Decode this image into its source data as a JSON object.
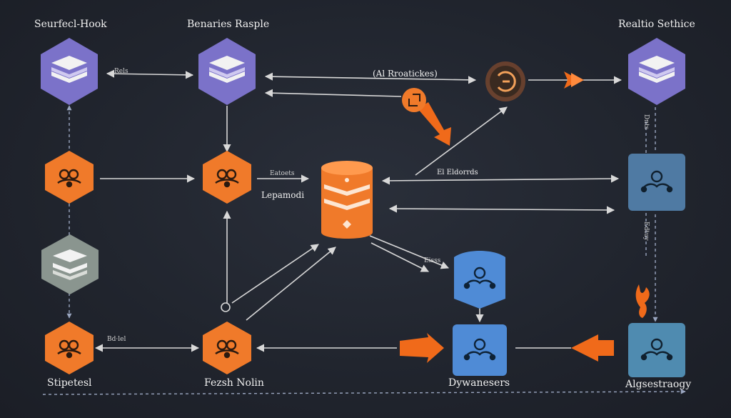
{
  "labels": {
    "top_left": "Seurfecl-Hook",
    "top_center": "Benaries Rasple",
    "top_right": "Realtio Sethice",
    "bottom_left": "Stipetesl",
    "bottom_center": "Fezsh Nolin",
    "bottom_right_center": "Dywanesers",
    "bottom_right": "Algsestraogy",
    "center_mid": "Lepamodi",
    "arrow_top": "(Al Rroatickes)",
    "arrow_middle": "El Eldorrds"
  },
  "small_labels": {
    "a": "Eatoets",
    "b": "Rels",
    "c": "Bd·lel",
    "d": "Eisss",
    "e": "Dnts",
    "f": "Edtuy"
  },
  "colors": {
    "background": "#20242d",
    "purple_node": "#7b72c9",
    "orange_node": "#f07a2a",
    "blue_node": "#4f8bd6",
    "steel_node": "#4f7aa3",
    "gray_node": "#8a958f",
    "arrow": "#d8d8d8",
    "accent_arrow": "#f06a1a"
  },
  "nodes": [
    {
      "id": "n1",
      "shape": "hex",
      "color": "purple_node",
      "icon": "layers-icon"
    },
    {
      "id": "n2",
      "shape": "hex",
      "color": "purple_node",
      "icon": "layers-icon"
    },
    {
      "id": "n3",
      "shape": "hex",
      "color": "purple_node",
      "icon": "layers-icon"
    },
    {
      "id": "n4",
      "shape": "hex",
      "color": "orange_node",
      "icon": "cloud-chain-icon"
    },
    {
      "id": "n5",
      "shape": "hex",
      "color": "orange_node",
      "icon": "cloud-chain-icon"
    },
    {
      "id": "n6",
      "shape": "cylinder",
      "color": "orange_node",
      "icon": "database-icon"
    },
    {
      "id": "n7",
      "shape": "square",
      "color": "steel_node",
      "icon": "network-icon"
    },
    {
      "id": "n8",
      "shape": "hex",
      "color": "gray_node",
      "icon": "layers-icon"
    },
    {
      "id": "n9",
      "shape": "shield",
      "color": "blue_node",
      "icon": "network-icon"
    },
    {
      "id": "n10",
      "shape": "hex",
      "color": "orange_node",
      "icon": "cloud-chain-icon"
    },
    {
      "id": "n11",
      "shape": "hex",
      "color": "orange_node",
      "icon": "cloud-chain-icon"
    },
    {
      "id": "n12",
      "shape": "square",
      "color": "blue_node",
      "icon": "network-icon"
    },
    {
      "id": "n13",
      "shape": "square",
      "color": "steel_node",
      "icon": "network-icon"
    },
    {
      "id": "n14",
      "shape": "circle",
      "color": "orange_node",
      "icon": "link-icon"
    },
    {
      "id": "n15",
      "shape": "circle",
      "color": "orange_node",
      "icon": "ring-icon"
    }
  ]
}
